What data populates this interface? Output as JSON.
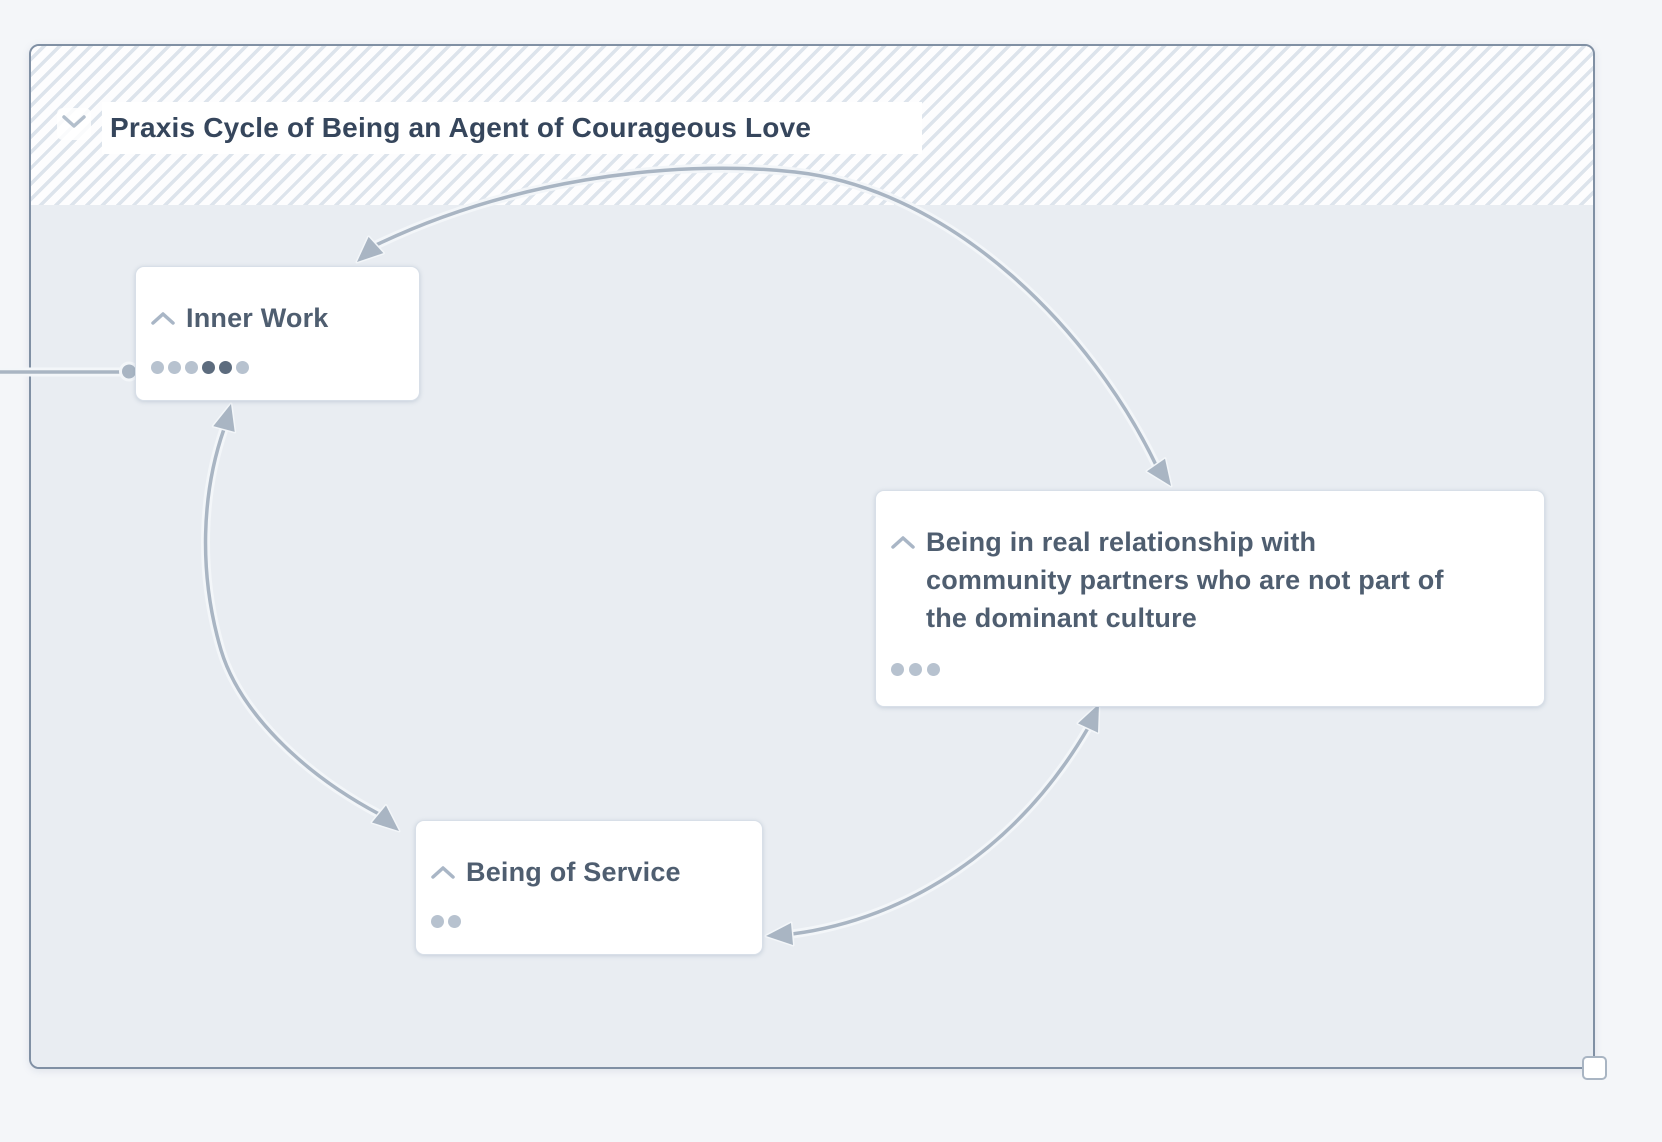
{
  "element": {
    "title": "Praxis Cycle of Being an Agent of Courageous Love"
  },
  "nodes": {
    "inner_work": {
      "label": "Inner Work",
      "dots": [
        "light",
        "light",
        "light",
        "dark",
        "dark",
        "light"
      ]
    },
    "relationship": {
      "label": "Being in real relationship with community partners who are not part of the dominant culture",
      "dots": [
        "light",
        "light",
        "light"
      ]
    },
    "service": {
      "label": "Being of Service",
      "dots": [
        "light",
        "light"
      ]
    }
  },
  "edges": [
    {
      "between": [
        "relationship",
        "inner_work"
      ],
      "bidirectional": true
    },
    {
      "between": [
        "inner_work",
        "service"
      ],
      "bidirectional": true
    },
    {
      "between": [
        "service",
        "relationship"
      ],
      "bidirectional": true
    },
    {
      "between": [
        "offscreen_left",
        "inner_work"
      ],
      "bidirectional": false,
      "style": "plain-line-with-dot"
    }
  ],
  "colors": {
    "edge": "#a9b5c3",
    "dot_light": "#b7c2cf",
    "dot_dark": "#5d6c7e",
    "card_text": "#4f5e70",
    "title_text": "#36465c",
    "canvas": "#e9edf2",
    "container_border": "#8090a4"
  }
}
